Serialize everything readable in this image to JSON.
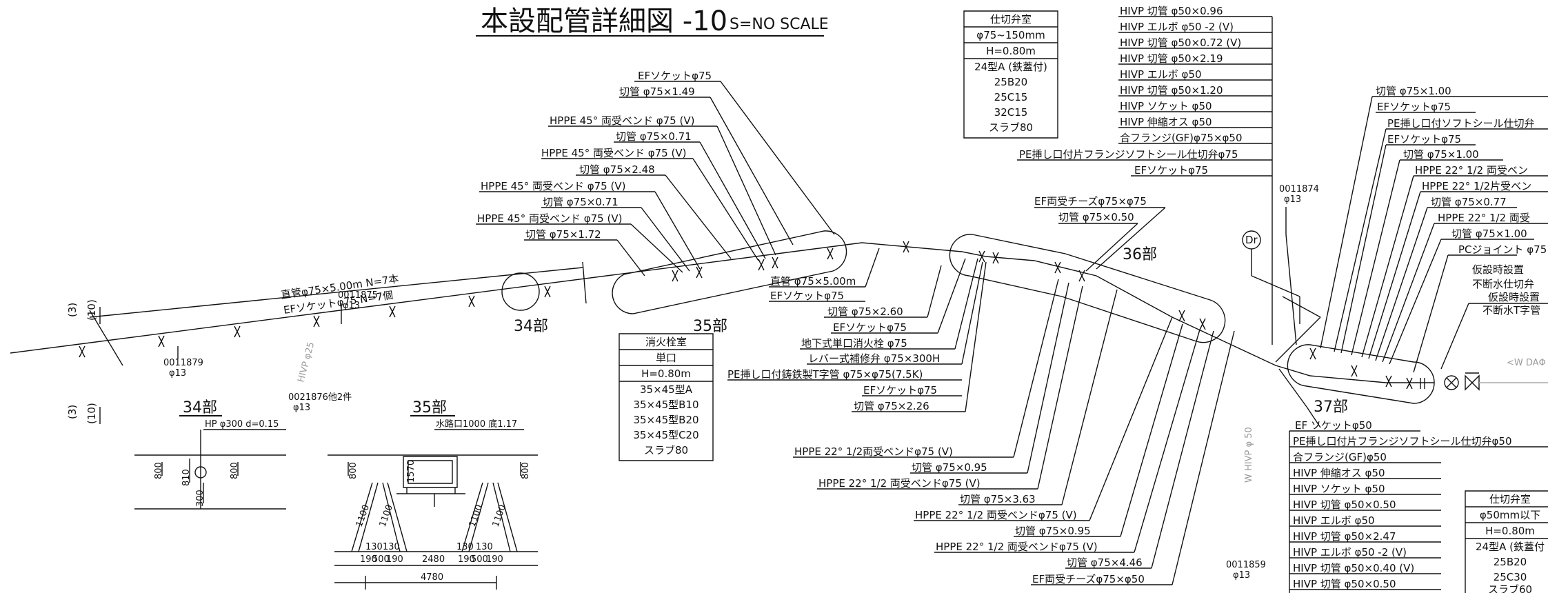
{
  "title": "本設配管詳細図 -10",
  "scale": "S=NO SCALE",
  "sections": {
    "s34": "34部",
    "s35": "35部",
    "s36": "36部",
    "s37": "37部"
  },
  "cross_sections": {
    "s34_title": "34部",
    "s35_title": "35部",
    "s34_pipe": "HP φ300  d=0.15",
    "s35_pipe": "水路口1000 底1.17",
    "s34_dims": [
      "800",
      "810",
      "800",
      "300"
    ],
    "s35_dims": [
      "800",
      "800",
      "1570",
      "500",
      "2480",
      "4780",
      "1100",
      "1100",
      "1100",
      "1100"
    ],
    "s35_bottom": [
      "130",
      "190",
      "500",
      "190",
      "130",
      "190",
      "500",
      "190"
    ]
  },
  "axis_marks": [
    "(3)",
    "(10)",
    "(3)",
    "(10)"
  ],
  "top_left_labels": [
    "EFソケットφ75",
    "切管 φ75×1.49",
    "HPPE 45° 両受ベンド φ75 (V)",
    "切管 φ75×0.71",
    "HPPE 45° 両受ベンド φ75 (V)",
    "切管 φ75×2.48",
    "HPPE 45° 両受ベンド φ75 (V)",
    "切管 φ75×0.71",
    "HPPE 45° 両受ベンド φ75 (V)",
    "切管 φ75×1.72"
  ],
  "straight_pipe": {
    "line1": "直管φ75×5.00m  N=7本",
    "line2": "EFソケットφ75    N=7個"
  },
  "meter_labels": [
    {
      "code": "0011875",
      "size": "φ13"
    },
    {
      "code": "0011879",
      "size": "φ13"
    },
    {
      "code": "0021876他2件",
      "size": "φ13"
    },
    {
      "code": "0011874",
      "size": "φ13"
    },
    {
      "code": "0011859",
      "size": "φ13"
    }
  ],
  "hivp_marks": [
    "HIVP φ25",
    "W HIVP φ 50"
  ],
  "mid_labels": [
    "直管 φ75×5.00m",
    "EFソケットφ75",
    "切管 φ75×2.60",
    "EFソケットφ75",
    "地下式単口消火栓 φ75",
    "レバー式補修弁 φ75×300H",
    "PE挿し口付鋳鉄製T字管 φ75×φ75(7.5K)",
    "EFソケットφ75",
    "切管 φ75×2.26"
  ],
  "tee_labels": [
    "EF両受チーズφ75×φ75",
    "切管 φ75×0.50"
  ],
  "dr_label": "Dr",
  "bottom_mid_labels": [
    "HPPE 22° 1/2両受ベンドφ75 (V)",
    "切管 φ75×0.95",
    "HPPE 22° 1/2 両受ベンドφ75 (V)",
    "切管 φ75×3.63",
    "HPPE 22° 1/2 両受ベンドφ75 (V)",
    "切管 φ75×0.95",
    "HPPE 22° 1/2 両受ベンドφ75 (V)",
    "切管 φ75×4.46",
    "EF両受チーズφ75×φ50"
  ],
  "top_right_list": [
    "HIVP 切管 φ50×0.96",
    "HIVP エルボ φ50  -2 (V)",
    "HIVP 切管 φ50×0.72 (V)",
    "HIVP 切管 φ50×2.19",
    "HIVP エルボ φ50",
    "HIVP 切管 φ50×1.20",
    "HIVP ソケット φ50",
    "HIVP 伸縮オス φ50",
    "合フランジ(GF)φ75×φ50",
    "PE挿し口付片フランジソフトシール仕切弁φ75",
    "EFソケットφ75"
  ],
  "far_right_list": [
    "切管 φ75×1.00",
    "EFソケットφ75",
    "PE挿し口付ソフトシール仕切弁",
    "EFソケットφ75",
    "切管 φ75×1.00",
    "HPPE 22° 1/2 両受ベン",
    "HPPE 22° 1/2片受ベン",
    "切管 φ75×0.77",
    "HPPE 22° 1/2 両受",
    "切管 φ75×1.00",
    "PCジョイント φ75",
    "仮設時設置",
    "不断水仕切弁",
    "仮設時設置",
    "不断水T字管"
  ],
  "w_label": "<W DAΦ",
  "bottom_right_list": [
    "EF ソケットφ50",
    "PE挿し口付片フランジソフトシール仕切弁φ50",
    "合フランジ(GF)φ50",
    "HIVP 伸縮オス φ50",
    "HIVP ソケット φ50",
    "HIVP 切管 φ50×0.50",
    "HIVP エルボ φ50",
    "HIVP 切管 φ50×2.47",
    "HIVP エルボ φ50  -2 (V)",
    "HIVP 切管 φ50×0.40 (V)",
    "HIVP 切管 φ50×0.50"
  ],
  "valve_room_1": {
    "rows": [
      "仕切弁室",
      "φ75~150mm",
      "H=0.80m",
      "24型A (鉄蓋付)",
      "25B20",
      "25C15",
      "32C15",
      "スラブ80"
    ]
  },
  "hydrant_room": {
    "rows": [
      "消火栓室",
      "単口",
      "H=0.80m",
      "35×45型A",
      "35×45型B10",
      "35×45型B20",
      "35×45型C20",
      "スラブ80"
    ]
  },
  "valve_room_2": {
    "rows": [
      "仕切弁室",
      "φ50mm以下",
      "H=0.80m",
      "24型A (鉄蓋付",
      "25B20",
      "25C30",
      "スラブ60"
    ]
  }
}
